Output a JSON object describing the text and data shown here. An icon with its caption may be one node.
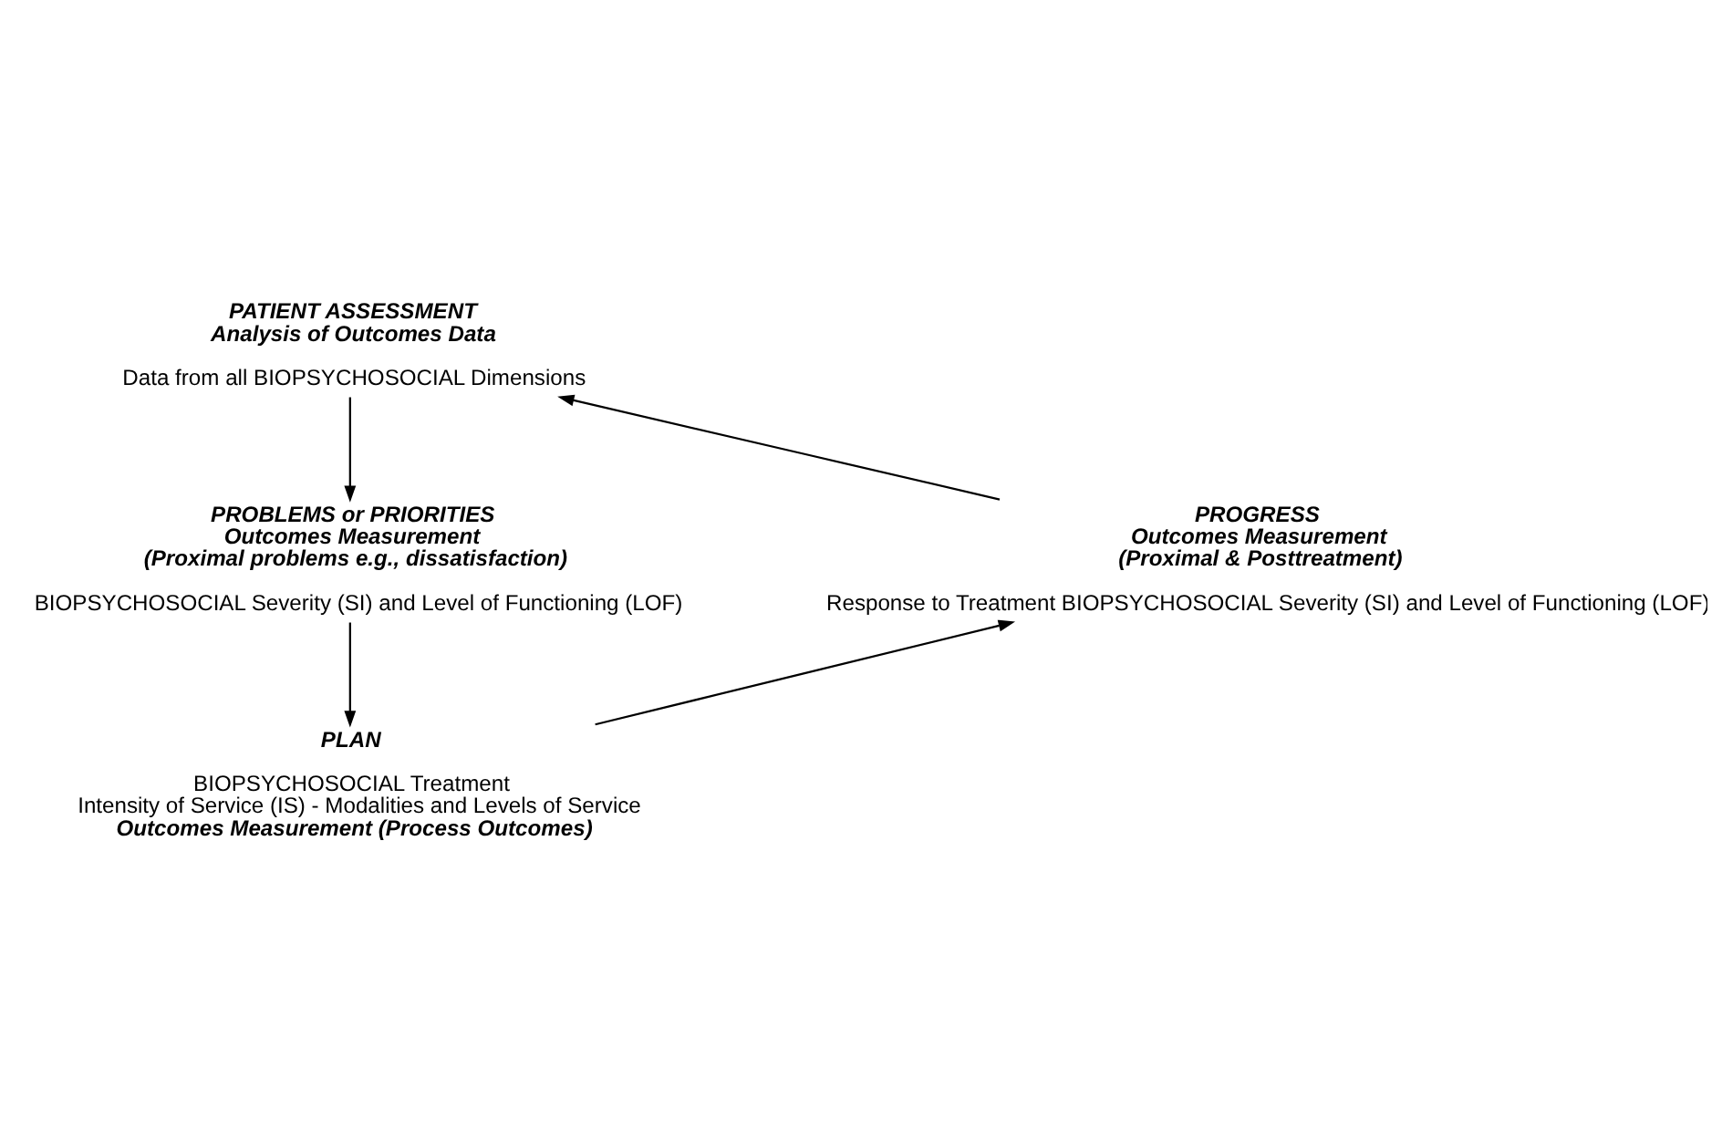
{
  "diagram": {
    "nodes": [
      {
        "text": [
          "PATIENT ASSESSMENT",
          "Analysis of Outcomes Data",
          "Data from all BIOPSYCHOSOCIAL Dimensions"
        ]
      },
      {
        "text": [
          "PROBLEMS or PRIORITIES",
          "Outcomes Measurement",
          "(Proximal problems e.g., dissatisfaction)",
          "BIOPSYCHOSOCIAL Severity (SI) and Level of Functioning (LOF)"
        ]
      },
      {
        "text": [
          "PLAN",
          "BIOPSYCHOSOCIAL Treatment",
          "Intensity of Service (IS) - Modalities and Levels of Service",
          "Outcomes Measurement (Process Outcomes)"
        ]
      },
      {
        "text": [
          "PROGRESS",
          "Outcomes Measurement",
          "(Proximal & Posttreatment)",
          "Response to Treatment BIOPSYCHOSOCIAL Severity (SI) and Level of Functioning (LOF)"
        ]
      }
    ],
    "edges": [
      {
        "from": 0,
        "to": 1,
        "arrow": "to"
      },
      {
        "from": 1,
        "to": 2,
        "arrow": "to"
      },
      {
        "from": 2,
        "to": 3,
        "arrow": "to"
      },
      {
        "from": 3,
        "to": 0,
        "arrow": "to"
      }
    ]
  }
}
